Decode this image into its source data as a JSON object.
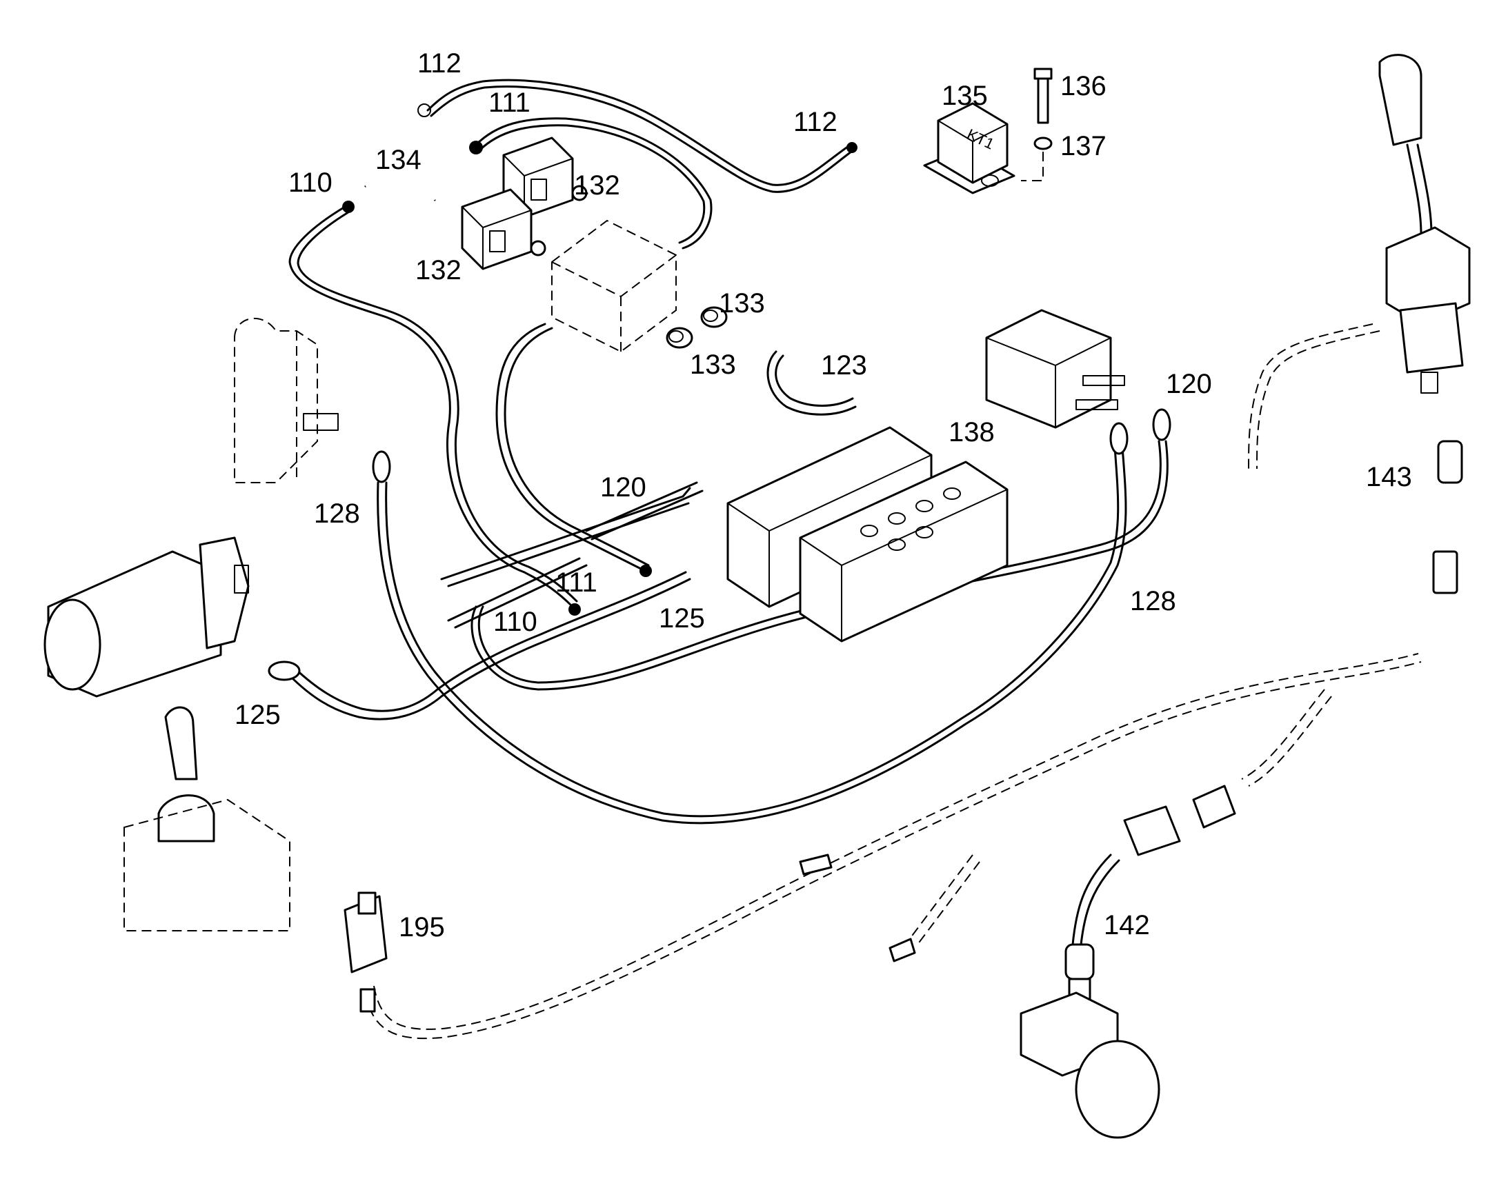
{
  "labels": {
    "l112a": "112",
    "l111a": "111",
    "l134": "134",
    "l110a": "110",
    "l132a": "132",
    "l132b": "132",
    "l112b": "112",
    "l135": "135",
    "l136": "136",
    "l137": "137",
    "l133a": "133",
    "l133b": "133",
    "l123": "123",
    "l120a": "120",
    "l120b": "120",
    "l138": "138",
    "l128a": "128",
    "l128b": "128",
    "l111b": "111",
    "l110b": "110",
    "l125a": "125",
    "l125b": "125",
    "l143": "143",
    "l142": "142",
    "l195": "195"
  },
  "relay_marking": "KT1"
}
